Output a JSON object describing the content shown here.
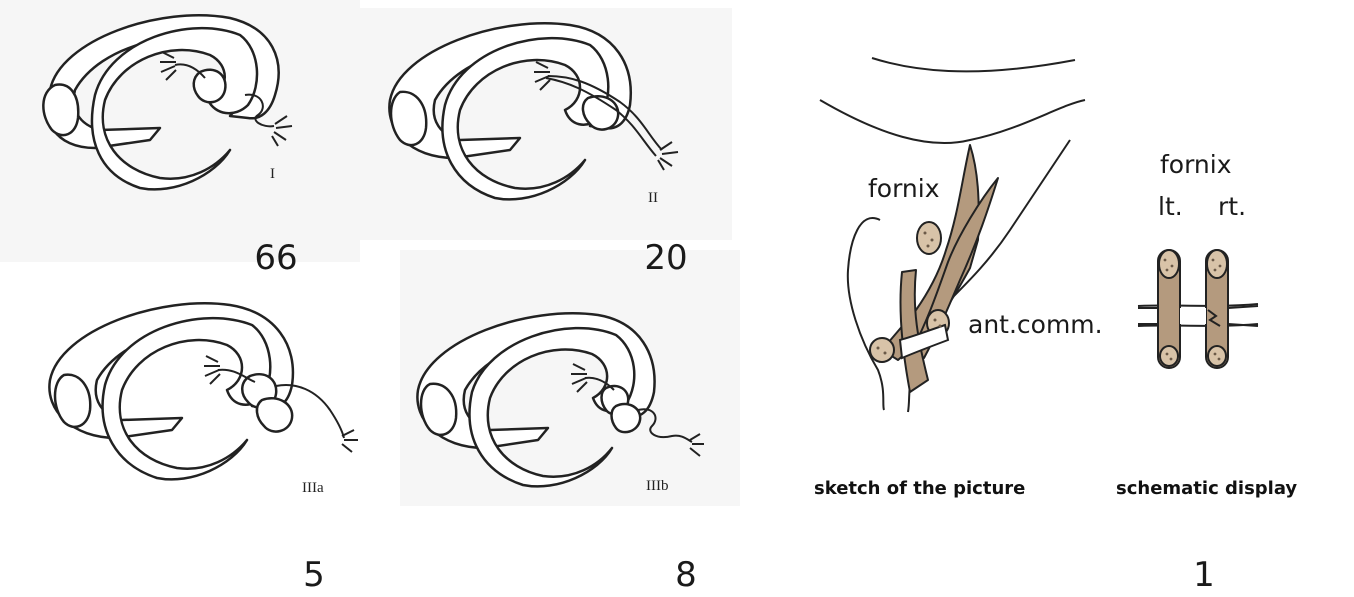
{
  "variants": [
    {
      "roman": "I",
      "count": "66"
    },
    {
      "roman": "II",
      "count": "20"
    },
    {
      "roman": "IIIa",
      "count": "5"
    },
    {
      "roman": "IIIb",
      "count": "8"
    }
  ],
  "sketch": {
    "fornix_label": "fornix",
    "antcomm_label": "ant.comm.",
    "caption": "sketch of the picture"
  },
  "schematic": {
    "fornix_label": "fornix",
    "left_label": "lt.",
    "right_label": "rt.",
    "caption": "schematic display",
    "count": "1"
  },
  "colors": {
    "fornix_fill": "#b49a7e",
    "line": "#222222"
  }
}
